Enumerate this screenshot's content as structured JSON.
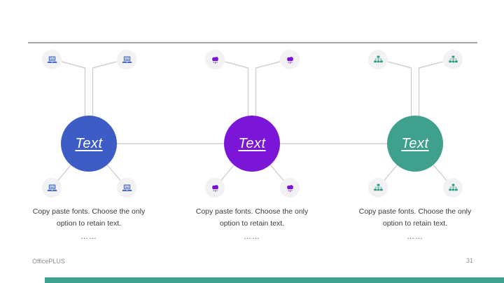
{
  "slide": {
    "footer_brand": "OfficePLUS",
    "page_number": "31"
  },
  "colors": {
    "connector_line": "#c9c9c9",
    "badge_background": "#f2f2f4",
    "divider": "#a5a5a5",
    "bottom_bar": "#3fa08d"
  },
  "groups": [
    {
      "circle_label": "Text",
      "circle_color": "#3d5cc6",
      "icon": "laptop-icon",
      "icon_color": "#3c63c8",
      "description_lines": [
        "Copy paste fonts. Choose the only",
        "option to retain text."
      ],
      "dots": "……"
    },
    {
      "circle_label": "Text",
      "circle_color": "#7b16d9",
      "icon": "cloud-icon",
      "icon_color": "#7a10d8",
      "description_lines": [
        "Copy paste fonts. Choose the only",
        "option to retain text."
      ],
      "dots": "……"
    },
    {
      "circle_label": "Text",
      "circle_color": "#3fa08d",
      "icon": "sitemap-icon",
      "icon_color": "#2f9a84",
      "description_lines": [
        "Copy paste fonts. Choose the only",
        "option to retain text."
      ],
      "dots": "……"
    }
  ]
}
